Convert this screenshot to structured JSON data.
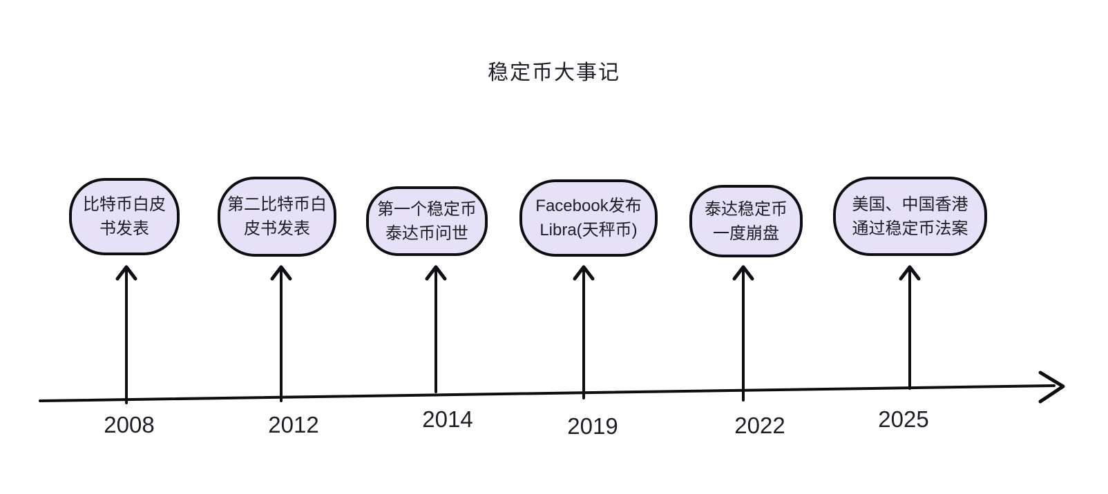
{
  "title": "稳定币大事记",
  "events": [
    {
      "label": "比特币白皮\n书发表",
      "year": "2008"
    },
    {
      "label": "第二比特币白\n皮书发表",
      "year": "2012"
    },
    {
      "label": "第一个稳定币\n泰达币问世",
      "year": "2014"
    },
    {
      "label": "Facebook发布\nLibra(天秤币)",
      "year": "2019"
    },
    {
      "label": "泰达稳定币\n一度崩盘",
      "year": "2022"
    },
    {
      "label": "美国、中国香港\n通过稳定币法案",
      "year": "2025"
    }
  ],
  "colors": {
    "bubble_fill": "#e7e1f7",
    "stroke": "#0d0d12",
    "text": "#1d1d26",
    "background": "#ffffff"
  }
}
